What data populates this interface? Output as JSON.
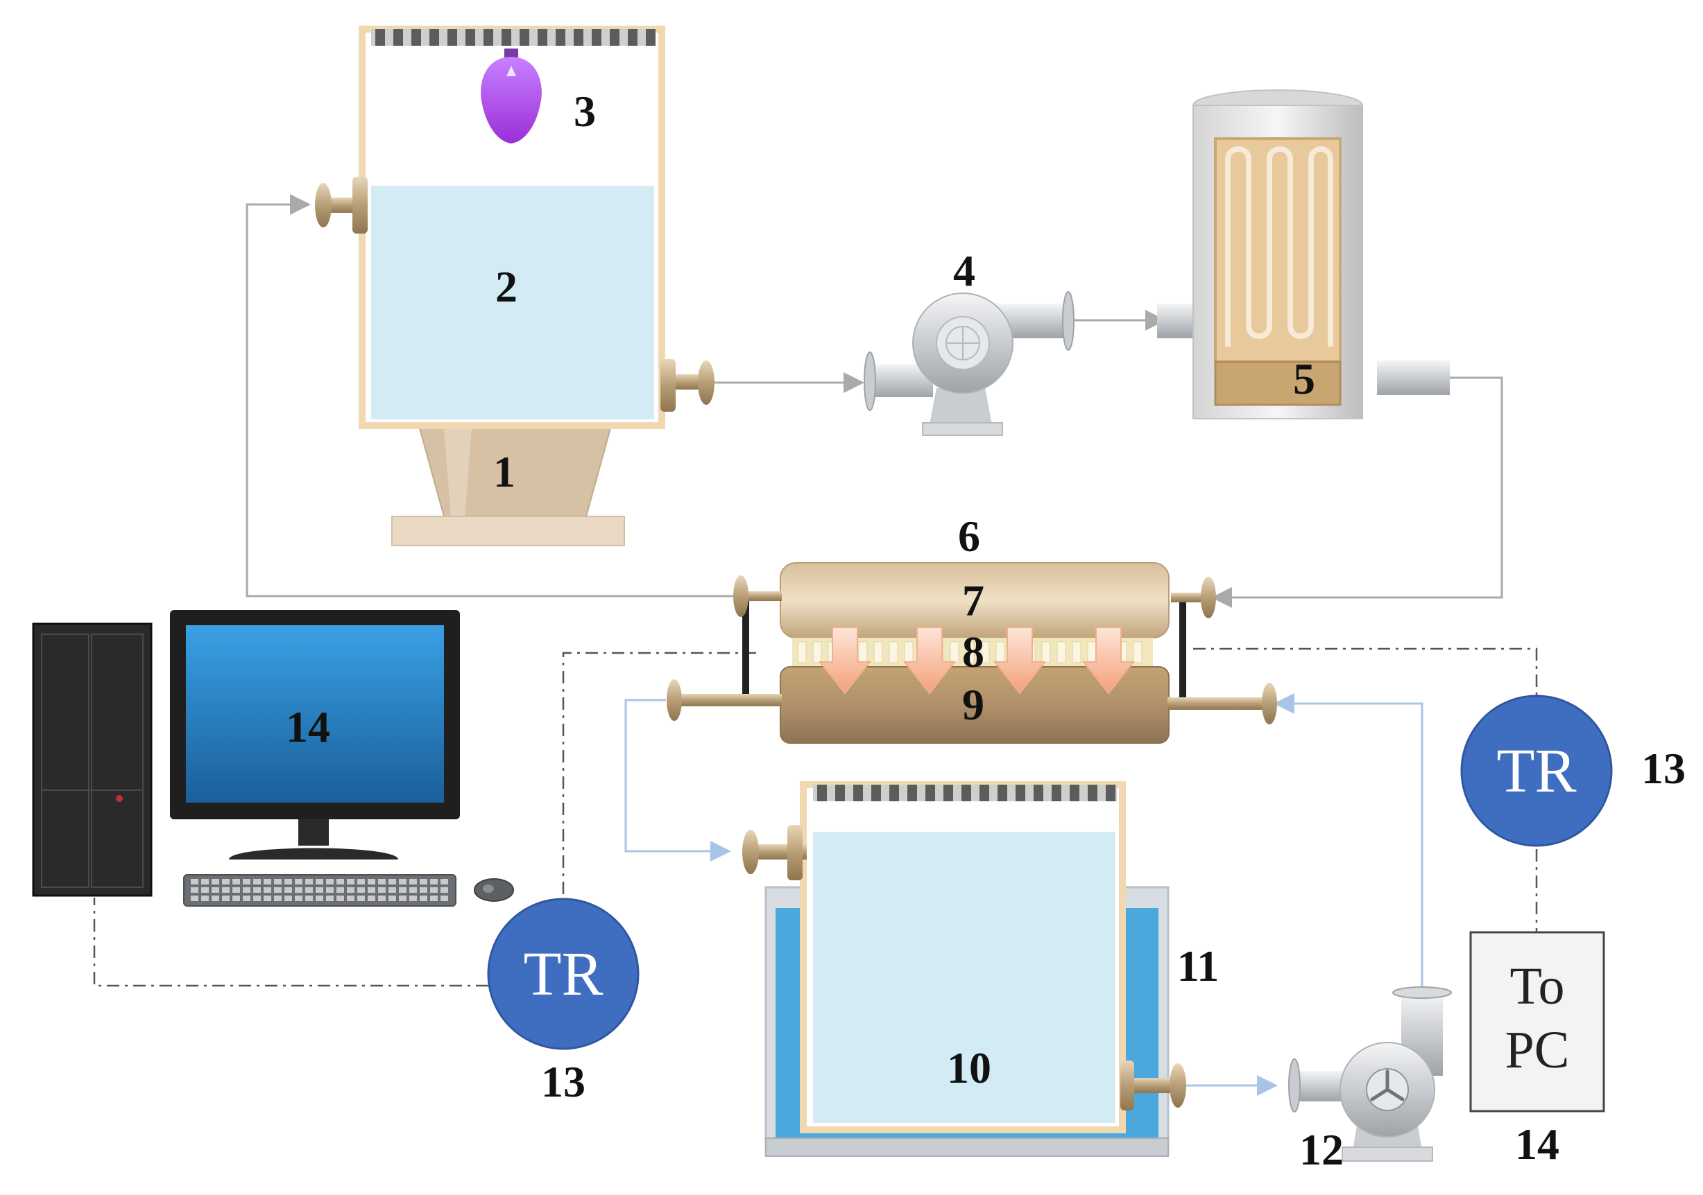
{
  "labels": {
    "base": "1",
    "feed_tank": "2",
    "lamp": "3",
    "feed_pump": "4",
    "heater": "5",
    "module": "6",
    "feed_channel": "7",
    "membrane": "8",
    "permeate_channel": "9",
    "permeate_tank": "10",
    "cooling_bath": "11",
    "permeate_pump": "12",
    "recorder_left": "13",
    "recorder_right": "13",
    "computer": "14",
    "to_pc_box": "14"
  },
  "recorder_text": "TR",
  "to_pc": {
    "line1": "To",
    "line2": "PC"
  },
  "colors": {
    "water": "#d3ebf5",
    "tank_frame": "#f0d8b0",
    "brass": "#b49a72",
    "recorder": "#3f6ec0",
    "hot_flow": "#aaaaaa",
    "cold_flow": "#a8c4e6",
    "bath": "#4aa8dc",
    "lamp": "#a040e0",
    "monitor_screen": "#2f8ed0"
  },
  "icons": [
    "lamp-bulb-icon",
    "pump-icon",
    "heater-coil-icon",
    "computer-tower-icon",
    "monitor-icon",
    "keyboard-icon",
    "mouse-icon"
  ]
}
